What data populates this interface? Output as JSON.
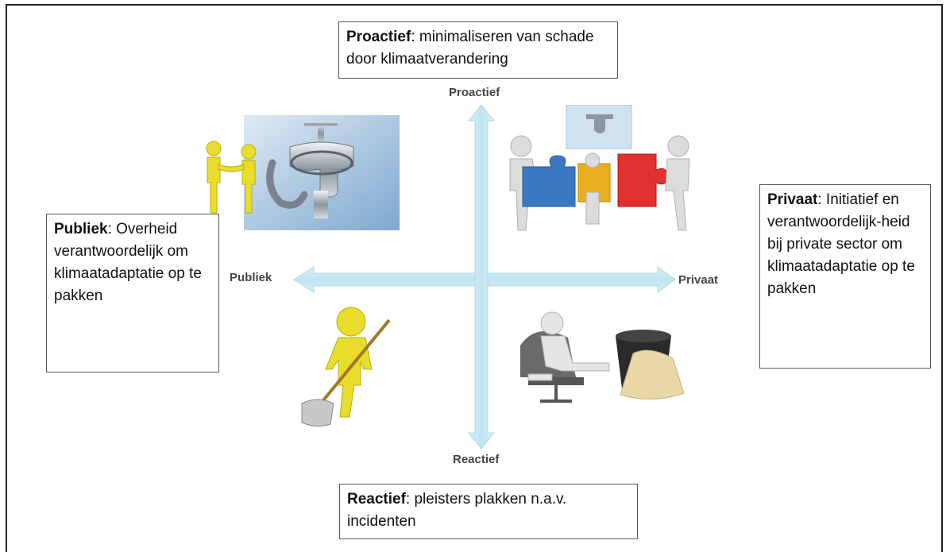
{
  "axes": {
    "top": "Proactief",
    "bottom": "Reactief",
    "left": "Publiek",
    "right": "Privaat"
  },
  "boxes": {
    "top": {
      "title": "Proactief",
      "text": ": minimaliseren van schade door klimaatverandering"
    },
    "left": {
      "title": "Publiek",
      "text": ": Overheid verantwoordelijk om klimaatadaptatie op te pakken"
    },
    "right": {
      "title": "Privaat",
      "text": ": Initiatief en verantwoordelijk-heid bij private sector om klimaatadaptatie op te pakken"
    },
    "bottom": {
      "title": "Reactief",
      "text": ": pleisters plakken n.a.v. incidenten"
    }
  },
  "colors": {
    "arrow": "#bfe3f0",
    "arrow_edge": "#a9d6e8",
    "figure_yellow": "#e8dc2c",
    "puzzle_blue": "#3a78c2",
    "puzzle_red": "#e03030",
    "puzzle_yellow": "#e8b020"
  },
  "images": {
    "top_left": "handshake-and-tap",
    "top_right": "puzzle-teamwork",
    "bottom_left": "figure-with-mop",
    "bottom_right": "relaxing-figure-and-bucket"
  }
}
